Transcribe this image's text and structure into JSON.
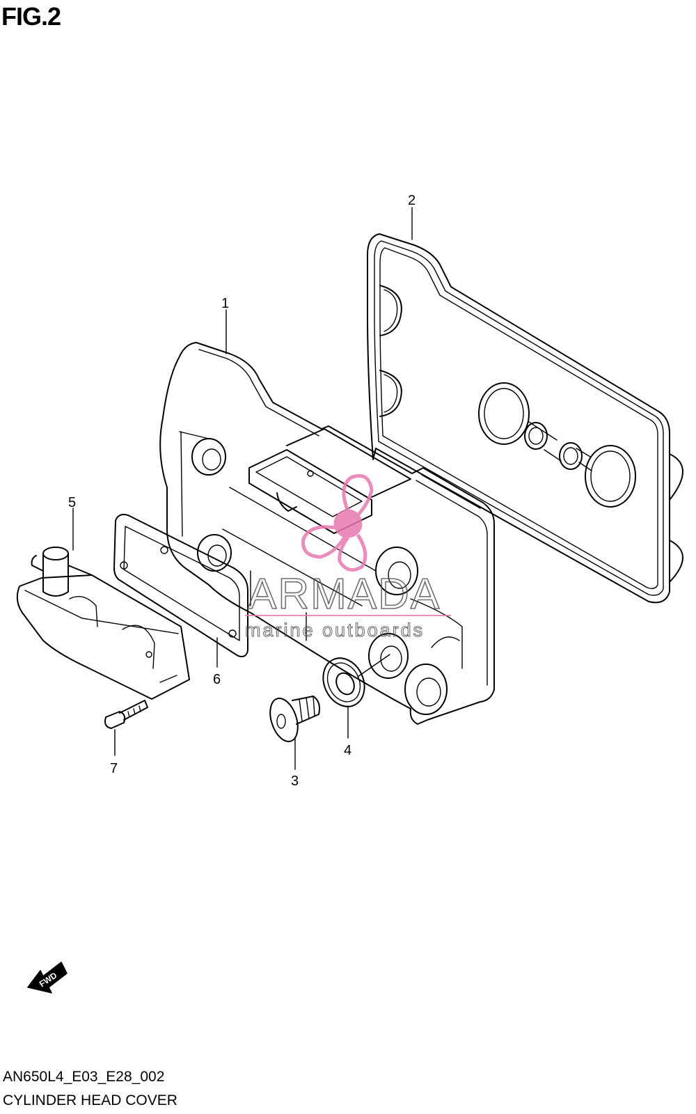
{
  "figure": {
    "title": "FIG.2",
    "code": "AN650L4_E03_E28_002",
    "caption": "CYLINDER HEAD COVER"
  },
  "callouts": [
    "1",
    "2",
    "3",
    "4",
    "5",
    "6",
    "7"
  ],
  "fwd_label": "FWD",
  "watermark": {
    "brand": "ARMADA",
    "tagline": "marine outboards",
    "color": "#e87ab0"
  },
  "colors": {
    "line": "#000000",
    "background": "#ffffff"
  }
}
